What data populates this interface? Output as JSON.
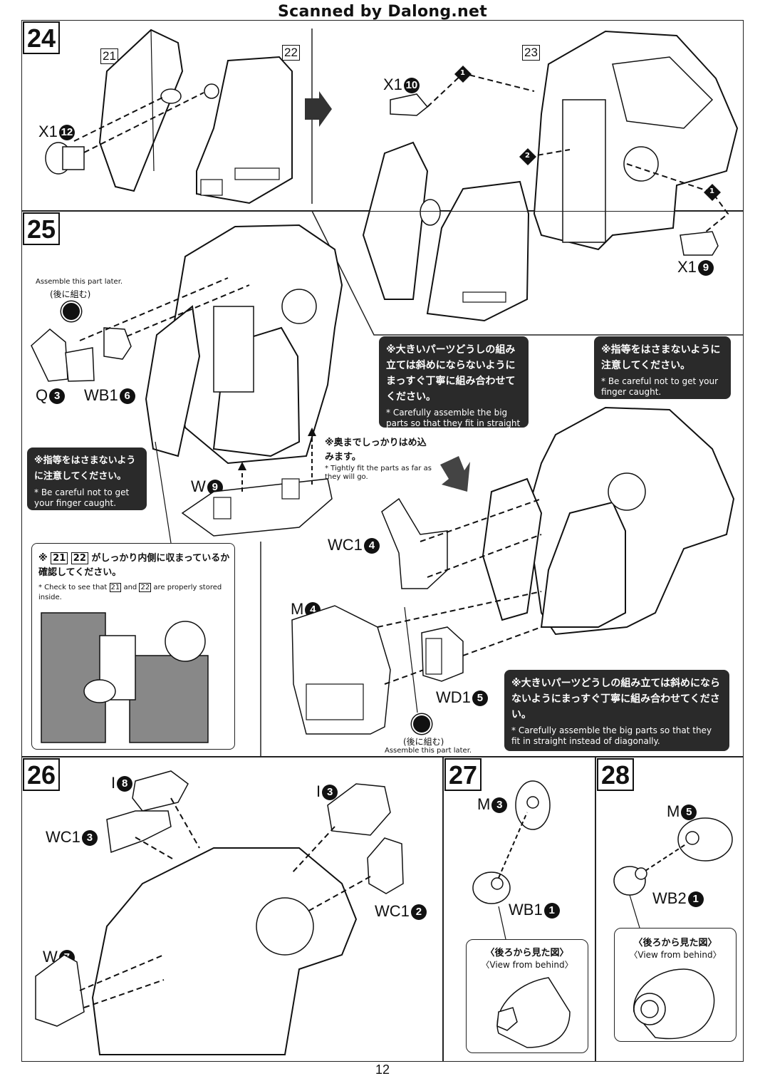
{
  "header": {
    "scan_credit": "Scanned by Dalong.net"
  },
  "page_number": "12",
  "steps": {
    "s24": {
      "number": "24",
      "parts": {
        "p21": "21",
        "p22": "22",
        "p23": "23"
      },
      "labels": {
        "x1_12": "X1",
        "x1_12_num": "12",
        "x1_10": "X1",
        "x1_10_num": "10",
        "x1_9": "X1",
        "x1_9_num": "9"
      },
      "order": {
        "o1a": "1",
        "o2": "2",
        "o1b": "1"
      }
    },
    "s25": {
      "number": "25",
      "later_top": {
        "en": "Assemble this part later.",
        "jp": "(後に組む)"
      },
      "labels": {
        "q": "Q",
        "q_num": "3",
        "wb": "WB1",
        "wb_num": "6",
        "w": "W",
        "w_num": "9",
        "wc": "WC1",
        "wc_num": "4",
        "m": "M",
        "m_num": "4",
        "wd": "WD1",
        "wd_num": "5"
      },
      "note_big_parts": {
        "jp": "※大きいパーツどうしの組み立ては斜めにならないようにまっすぐ丁寧に組み合わせてください。",
        "en": "* Carefully assemble the big parts so that they fit in straight instead of diagonally."
      },
      "note_finger_right": {
        "jp": "※指等をはさまないように注意してください。",
        "en": "* Be careful not to get your finger caught."
      },
      "note_finger_left": {
        "jp": "※指等をはさまないように注意してください。",
        "en": "* Be careful not to get your finger caught."
      },
      "tight_fit": {
        "jp": "※奥までしっかりはめ込みます。",
        "en": "* Tightly fit the parts as far as they will go."
      },
      "check_box": {
        "jp_prefix": "※",
        "p21": "21",
        "p22": "22",
        "jp_suffix": "がしっかり内側に収まっているか確認してください。",
        "en_prefix": "* Check to see that",
        "en_and": "and",
        "en_suffix": "are properly stored inside."
      },
      "note_big_parts_2": {
        "jp": "※大きいパーツどうしの組み立ては斜めにならないようにまっすぐ丁寧に組み合わせてください。",
        "en": "* Carefully assemble the big parts so that they fit in straight instead of diagonally."
      },
      "later_bottom": {
        "jp": "(後に組む)",
        "en": "Assemble this part later."
      }
    },
    "s26": {
      "number": "26",
      "labels": {
        "i8": "I",
        "i8_num": "8",
        "wc13": "WC1",
        "wc13_num": "3",
        "i3": "I",
        "i3_num": "3",
        "wc12": "WC1",
        "wc12_num": "2",
        "w7": "W",
        "w7_num": "7"
      }
    },
    "s27": {
      "number": "27",
      "labels": {
        "m3": "M",
        "m3_num": "3",
        "wb11": "WB1",
        "wb11_num": "1"
      },
      "view": {
        "jp": "〈後ろから見た図〉",
        "en": "〈View from behind〉"
      }
    },
    "s28": {
      "number": "28",
      "labels": {
        "m5": "M",
        "m5_num": "5",
        "wb21": "WB2",
        "wb21_num": "1"
      },
      "view": {
        "jp": "〈後ろから見た図〉",
        "en": "〈View from behind〉"
      }
    }
  }
}
